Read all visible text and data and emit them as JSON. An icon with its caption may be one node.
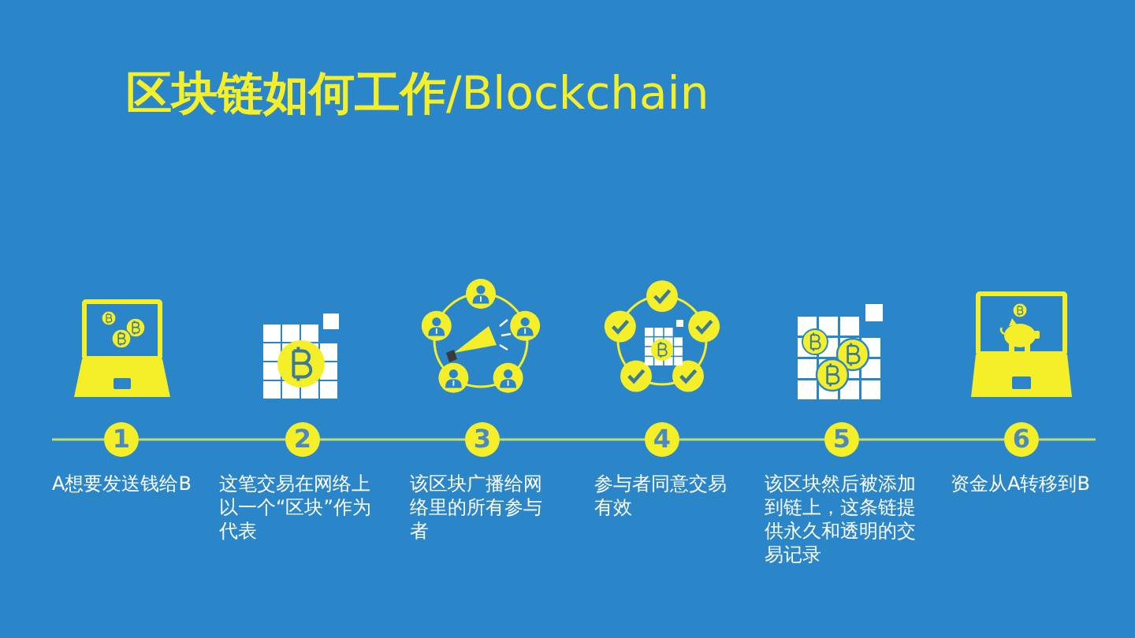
{
  "diagram": {
    "title": "**区块链如何工作**/Blockchain",
    "nodes": [
      {
        "text": [
          "1"
        ],
        "beside": [
          "A想要发送钱给B"
        ]
      },
      {
        "text": [
          "2"
        ],
        "beside": [
          "这笔交易在网络上以一个“区块”作为代表"
        ]
      },
      {
        "text": [
          "3"
        ],
        "beside": [
          "该区块广播给网络里的所有参与者"
        ]
      },
      {
        "text": [
          "4"
        ],
        "beside": [
          "参与者同意交易有效"
        ]
      },
      {
        "text": [
          "5"
        ],
        "beside": [
          "该区块然后被添加到链上，这条链提供永久和透明的交易记录"
        ]
      },
      {
        "text": [
          "6"
        ],
        "beside": [
          "资金从A转移到B"
        ]
      }
    ],
    "edges": [
      {
        "from": null,
        "to": 0,
        "arrow": "none"
      },
      {
        "from": 0,
        "to": 1,
        "arrow": "none"
      },
      {
        "from": 1,
        "to": 2,
        "arrow": "none"
      },
      {
        "from": 2,
        "to": 3,
        "arrow": "none"
      },
      {
        "from": 3,
        "to": 4,
        "arrow": "none"
      },
      {
        "from": 4,
        "to": 5,
        "arrow": "none"
      },
      {
        "from": 5,
        "to": null,
        "arrow": "none"
      }
    ]
  }
}
